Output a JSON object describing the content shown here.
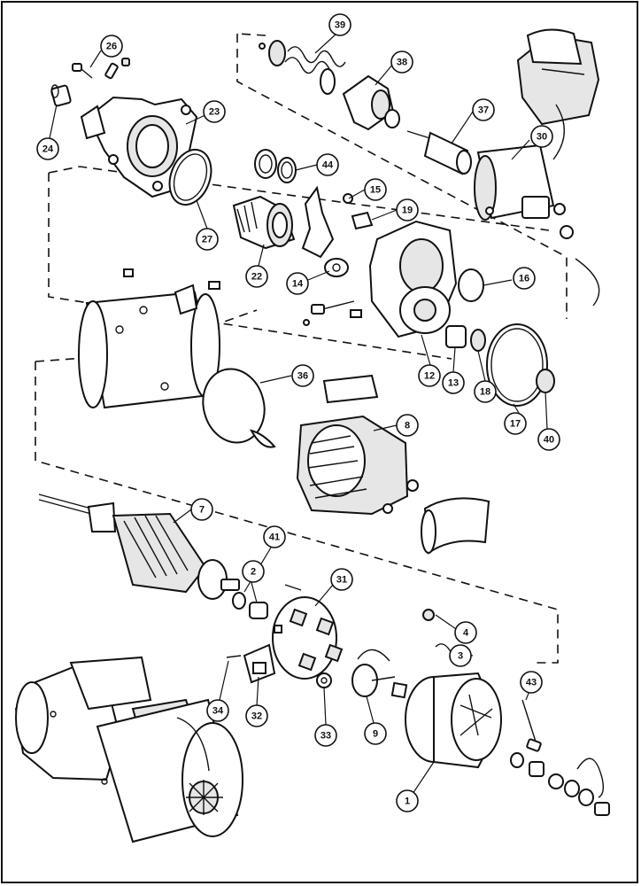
{
  "callouts": [
    "1",
    "2",
    "3",
    "4",
    "7",
    "8",
    "9",
    "12",
    "13",
    "14",
    "15",
    "16",
    "17",
    "18",
    "19",
    "22",
    "23",
    "24",
    "26",
    "27",
    "30",
    "31",
    "32",
    "33",
    "34",
    "36",
    "37",
    "38",
    "39",
    "40",
    "41",
    "43",
    "44"
  ]
}
